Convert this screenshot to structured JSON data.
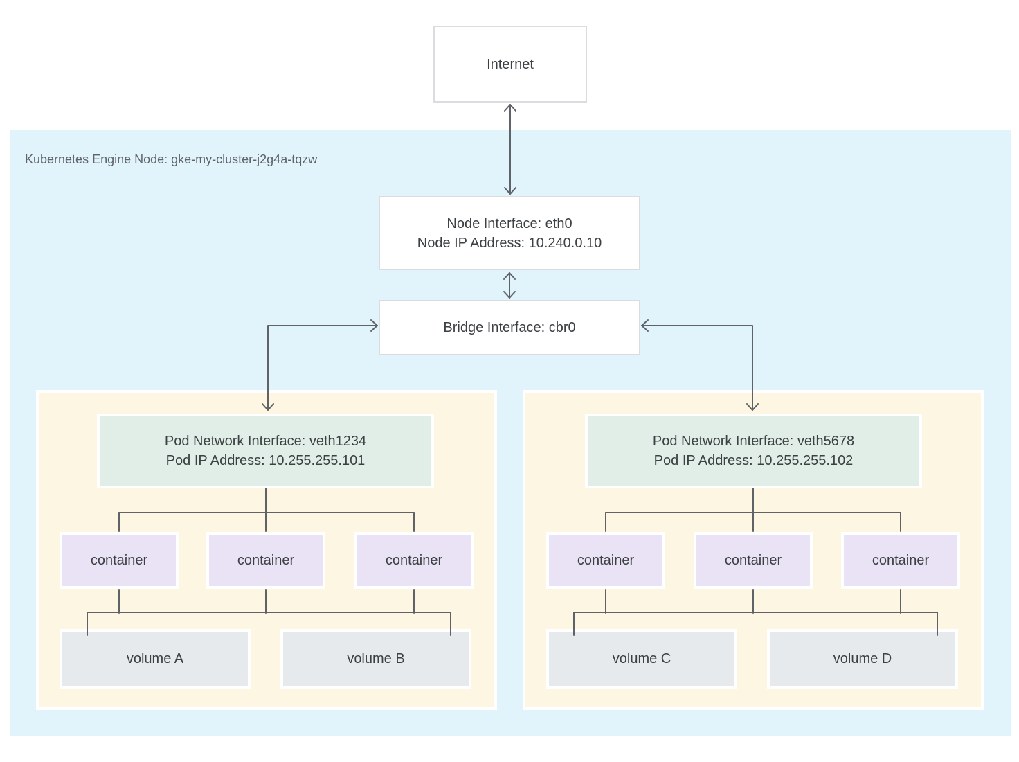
{
  "internet": {
    "label": "Internet"
  },
  "node": {
    "label": "Kubernetes Engine Node: gke-my-cluster-j2g4a-tqzw",
    "interface": {
      "line1": "Node Interface: eth0",
      "line2": "Node IP Address: 10.240.0.10"
    },
    "bridge": {
      "label": "Bridge Interface: cbr0"
    }
  },
  "pods": [
    {
      "interface": {
        "line1": "Pod Network Interface: veth1234",
        "line2": "Pod IP Address: 10.255.255.101"
      },
      "containers": [
        "container",
        "container",
        "container"
      ],
      "volumes": [
        "volume A",
        "volume B"
      ]
    },
    {
      "interface": {
        "line1": "Pod Network Interface: veth5678",
        "line2": "Pod IP Address: 10.255.255.102"
      },
      "containers": [
        "container",
        "container",
        "container"
      ],
      "volumes": [
        "volume C",
        "volume D"
      ]
    }
  ],
  "colors": {
    "node_background": "#E1F4FC",
    "pod_background": "#FCF6E3",
    "pod_interface_background": "#E1EEE7",
    "container_background": "#E9E3F5",
    "volume_background": "#E7EAEC",
    "box_border": "#DADCE0",
    "connector": "#5F6368",
    "text": "#3C4043",
    "label_text": "#5F6368"
  }
}
